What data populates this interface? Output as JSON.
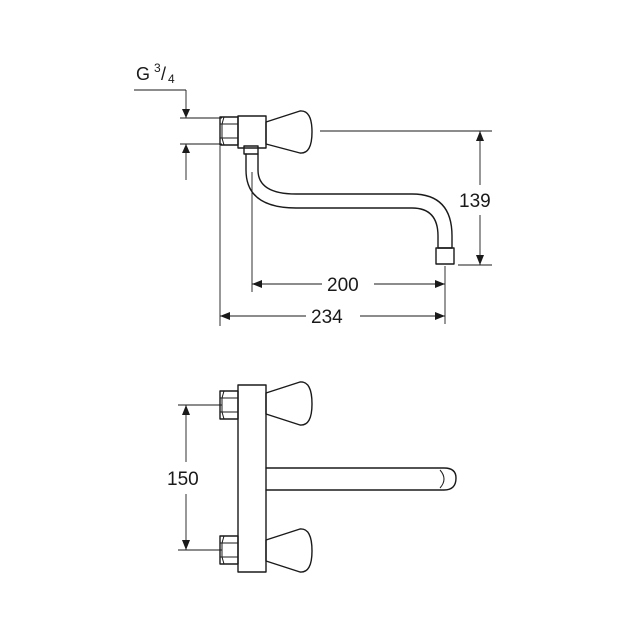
{
  "thread_label": {
    "letter": "G",
    "numerator": "3",
    "slash": "/",
    "denominator": "4"
  },
  "dimensions": {
    "spout_height": "139",
    "spout_reach": "200",
    "overall_length": "234",
    "connection_spacing": "150"
  }
}
